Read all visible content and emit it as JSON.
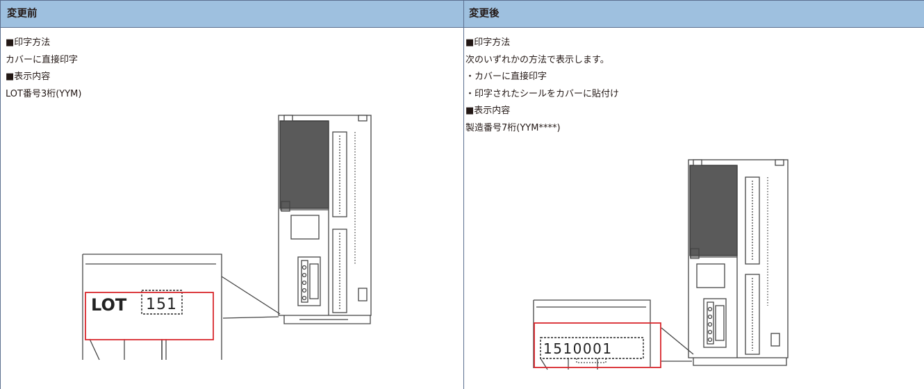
{
  "before": {
    "header": "変更前",
    "lines": [
      "■印字方法",
      "カバーに直接印字",
      "■表示内容",
      "LOT番号3桁(YYM)"
    ],
    "label_prefix": "LOT",
    "label_value": "151"
  },
  "after": {
    "header": "変更後",
    "lines": [
      "■印字方法",
      "次のいずれかの方法で表示します。",
      "・カバーに直接印字",
      "・印字されたシールをカバーに貼付け",
      "■表示内容",
      "製造番号7桁(YYM****)"
    ],
    "label_value": "1510001"
  },
  "colors": {
    "header_bg": "#9ec0df",
    "border": "#5b6f8f",
    "highlight": "#d9262c",
    "module_dark": "#5a5a5a"
  }
}
